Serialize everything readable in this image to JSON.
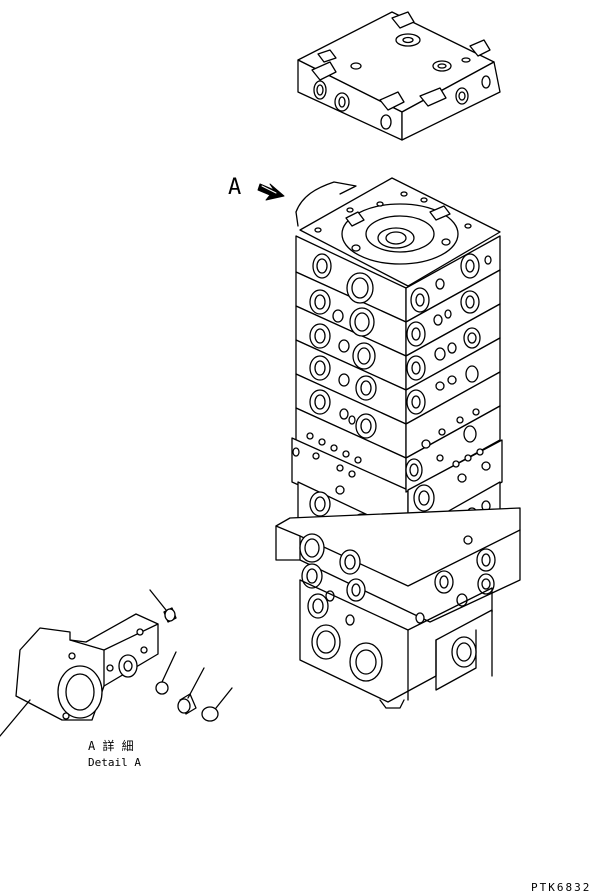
{
  "view_label": "A",
  "detail": {
    "title_jp": "A 詳 細",
    "title_en": "Detail A"
  },
  "drawing_code": "PTK6832"
}
